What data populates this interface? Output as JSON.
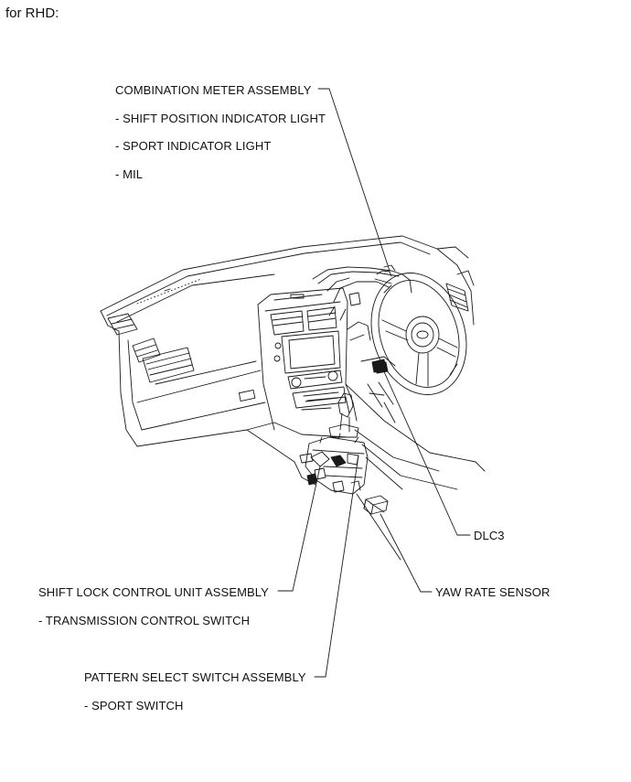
{
  "heading": "for RHD:",
  "labels": {
    "combination_meter": "COMBINATION METER ASSEMBLY",
    "shift_position_light": "- SHIFT POSITION INDICATOR LIGHT",
    "sport_indicator_light": "- SPORT INDICATOR LIGHT",
    "mil": "- MIL",
    "dlc3": "DLC3",
    "shift_lock_unit": "SHIFT LOCK CONTROL UNIT ASSEMBLY",
    "transmission_switch": "- TRANSMISSION CONTROL SWITCH",
    "yaw_rate_sensor": "YAW RATE SENSOR",
    "pattern_select_switch": "PATTERN SELECT SWITCH ASSEMBLY",
    "sport_switch": "- SPORT SWITCH"
  }
}
